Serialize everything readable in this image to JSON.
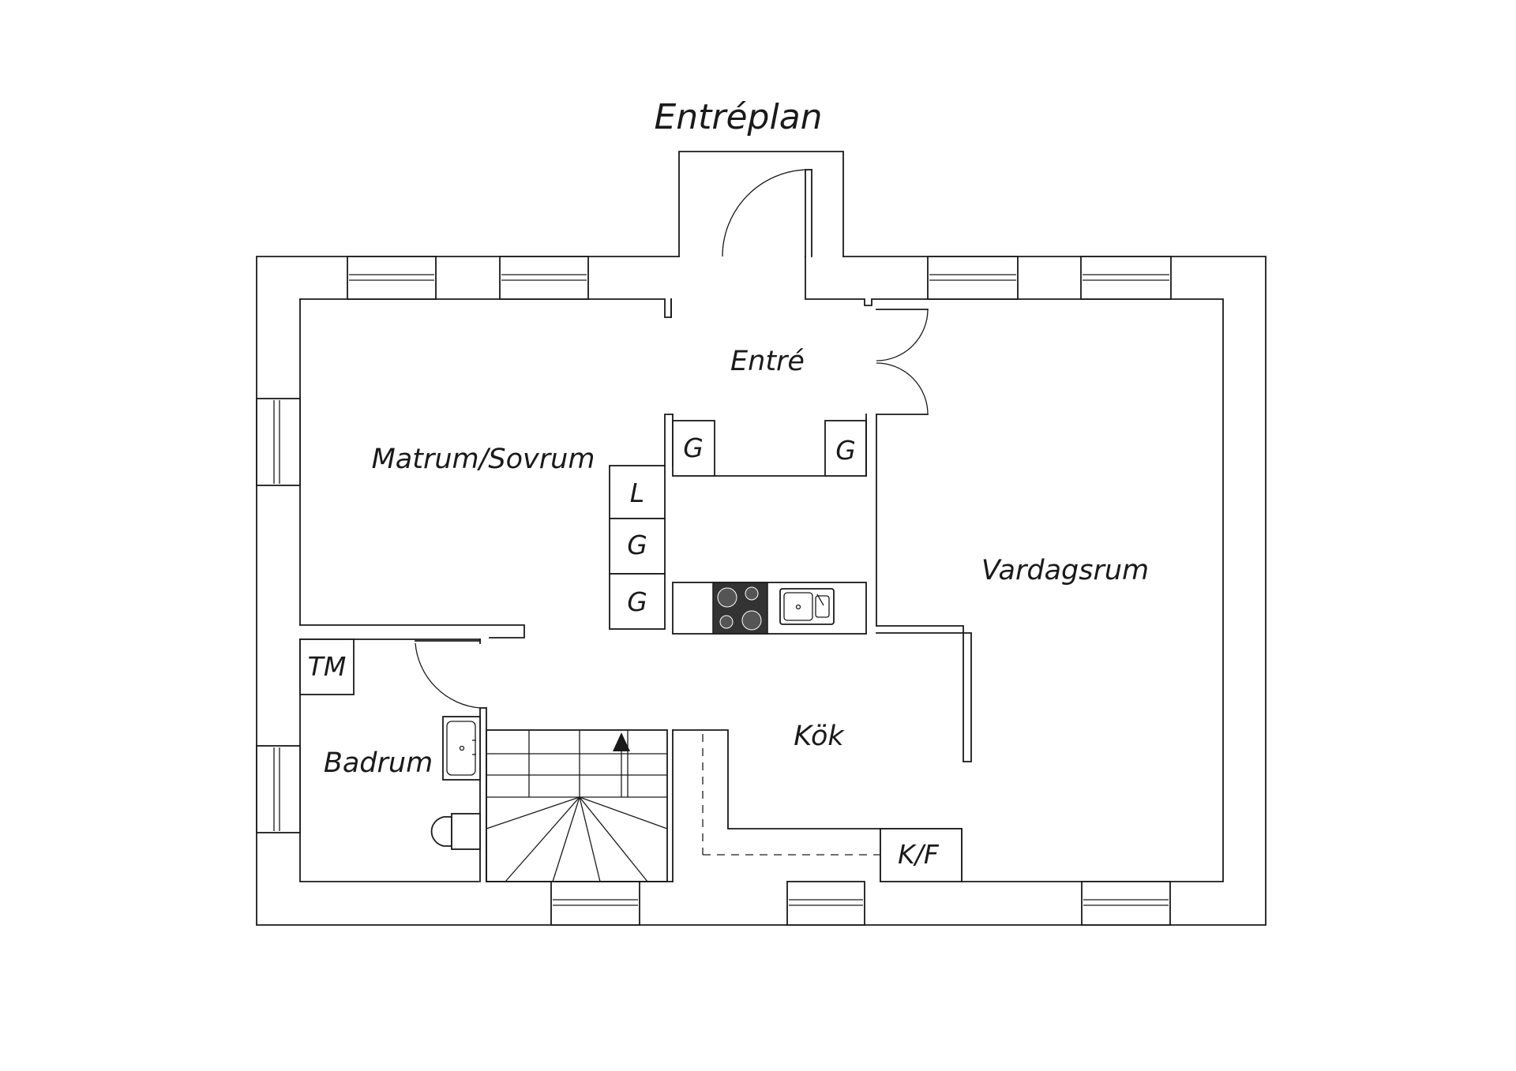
{
  "title": "Entréplan",
  "rooms": {
    "entre": "Entré",
    "matrum": "Matrum/Sovrum",
    "vardagsrum": "Vardagsrum",
    "kok": "Kök",
    "badrum": "Badrum"
  },
  "fixtures": {
    "g1": "G",
    "g2": "G",
    "l": "L",
    "g3": "G",
    "g4": "G",
    "tm": "TM",
    "kf": "K/F"
  },
  "colors": {
    "line": "#1a1a1a",
    "stove": "#333333",
    "background": "#ffffff"
  }
}
